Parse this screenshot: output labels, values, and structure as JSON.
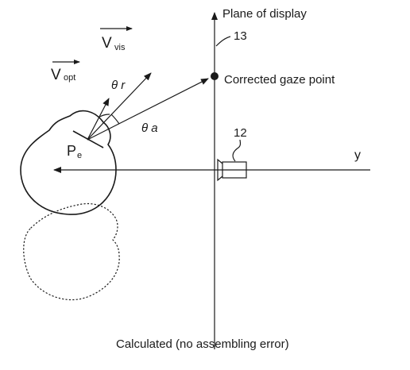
{
  "labels": {
    "display_plane": "Plane of display",
    "display_ref": "13",
    "camera_ref": "12",
    "y_axis": "y",
    "gaze_point": "Corrected gaze point",
    "v_vis_base": "V",
    "v_vis_sub": "vis",
    "v_opt_base": "V",
    "v_opt_sub": "opt",
    "theta_r": "θ r",
    "theta_a": "θ a",
    "pe_base": "P",
    "pe_sub": "e",
    "caption": "Calculated (no assembling error)"
  },
  "colors": {
    "line": "#1a1a1a",
    "background": "#ffffff"
  }
}
